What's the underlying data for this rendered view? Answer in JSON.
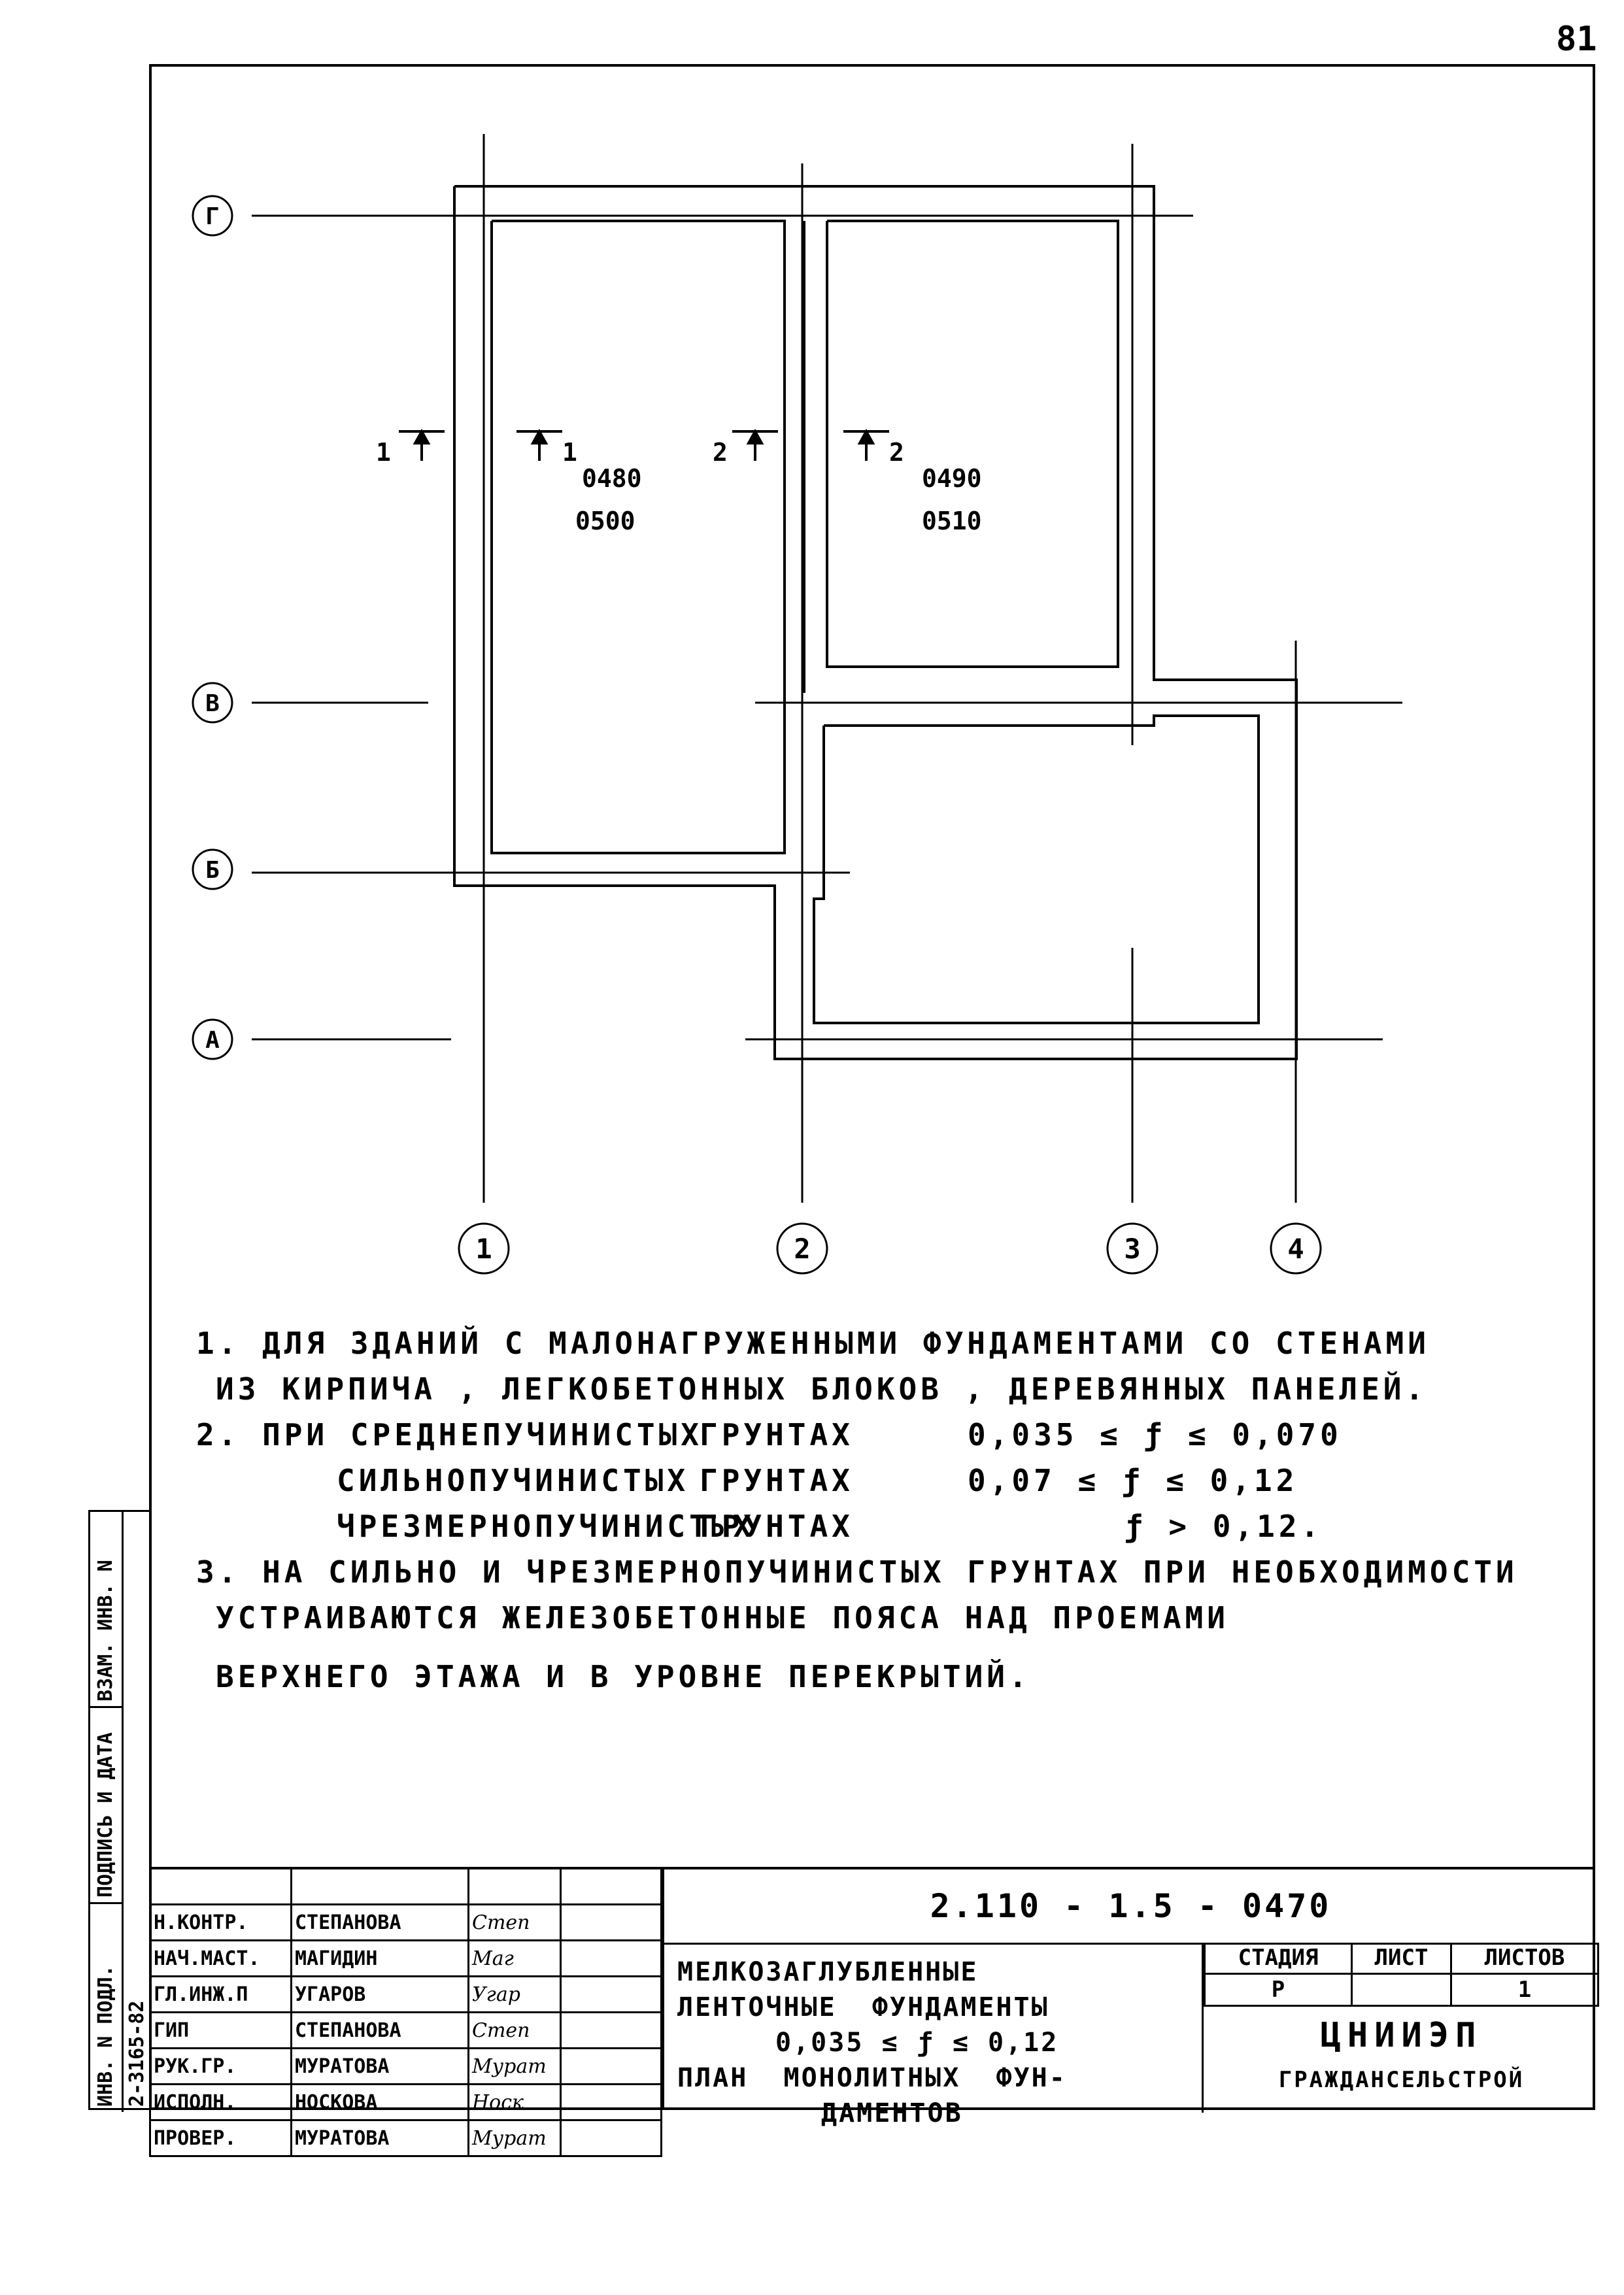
{
  "page_number": "81",
  "plan": {
    "axes_rows": [
      "Г",
      "В",
      "Б",
      "А"
    ],
    "axes_cols": [
      "1",
      "2",
      "3",
      "4"
    ],
    "section_marks": [
      {
        "label": "1"
      },
      {
        "label": "1"
      },
      {
        "label": "2"
      },
      {
        "label": "2"
      }
    ],
    "room_left_codes": [
      "0480",
      "0500"
    ],
    "room_right_codes": [
      "0490",
      "0510"
    ]
  },
  "notes": {
    "n1_l1": "1. ДЛЯ  ЗДАНИЙ  С МАЛОНАГРУЖЕННЫМИ  ФУНДАМЕНТАМИ  СО  СТЕНАМИ",
    "n1_l2": "ИЗ  КИРПИЧА , ЛЕГКОБЕТОННЫХ  БЛОКОВ , ДЕРЕВЯННЫХ   ПАНЕЛЕЙ.",
    "n2_l1a": "2. ПРИ  СРЕДНЕПУЧИНИСТЫХ",
    "n2_l1b": "ГРУНТАХ",
    "n2_l1c": "0,035 ≤ ƒ ≤ 0,070",
    "n2_l2a": "СИЛЬНОПУЧИНИСТЫХ",
    "n2_l2b": "ГРУНТАХ",
    "n2_l2c": "0,07  ≤ ƒ ≤ 0,12",
    "n2_l3a": "ЧРЕЗМЕРНОПУЧИНИСТЫХ",
    "n2_l3b": "ГРУНТАХ",
    "n2_l3c": "ƒ >  0,12.",
    "n3_l1": "3. НА СИЛЬНО И ЧРЕЗМЕРНОПУЧИНИСТЫХ  ГРУНТАХ  ПРИ   НЕОБХОДИМОСТИ",
    "n3_l2": "УСТРАИВАЮТСЯ   ЖЕЛЕЗОБЕТОННЫЕ   ПОЯСА   НАД   ПРОЕМАМИ",
    "n3_l3": "ВЕРХНЕГО   ЭТАЖА   И   В   УРОВНЕ   ПЕРЕКРЫТИЙ."
  },
  "side_stamp": {
    "inv_podl": "ИНВ. N ПОДЛ.",
    "podpis": "ПОДПИСЬ И ДАТА",
    "vzam": "ВЗАМ. ИНВ. N",
    "archive_no": "2-3165-82"
  },
  "signatures": [
    {
      "role": "Н.КОНТР.",
      "name": "СТЕПАНОВА",
      "sig": "Степ"
    },
    {
      "role": "НАЧ.МАСТ.",
      "name": "МАГИДИН",
      "sig": "Маг"
    },
    {
      "role": "ГЛ.ИНЖ.П",
      "name": "УГАРОВ",
      "sig": "Угар"
    },
    {
      "role": "ГИП",
      "name": "СТЕПАНОВА",
      "sig": "Степ"
    },
    {
      "role": "РУК.ГР.",
      "name": "МУРАТОВА",
      "sig": "Мурат"
    },
    {
      "role": "ИСПОЛН.",
      "name": "НОСКОВА",
      "sig": "Носк"
    },
    {
      "role": "ПРОВЕР.",
      "name": "МУРАТОВА",
      "sig": "Мурат"
    }
  ],
  "title_block": {
    "code": "2.110 - 1.5 - 0470",
    "desc_l1": "МЕЛКОЗАГЛУБЛЕННЫЕ",
    "desc_l2": "ЛЕНТОЧНЫЕ  ФУНДАМЕНТЫ",
    "desc_l3": "0,035 ≤ ƒ ≤ 0,12",
    "desc_l4": "ПЛАН  МОНОЛИТНЫХ  ФУН-",
    "desc_l5": "ДАМЕНТОВ",
    "stage_h": "СТАДИЯ",
    "sheet_h": "ЛИСТ",
    "sheets_h": "ЛИСТОВ",
    "stage": "Р",
    "sheet": "",
    "sheets": "1",
    "org": "ЦНИИЭП",
    "org2": "ГРАЖДАНСЕЛЬСТРОЙ"
  }
}
